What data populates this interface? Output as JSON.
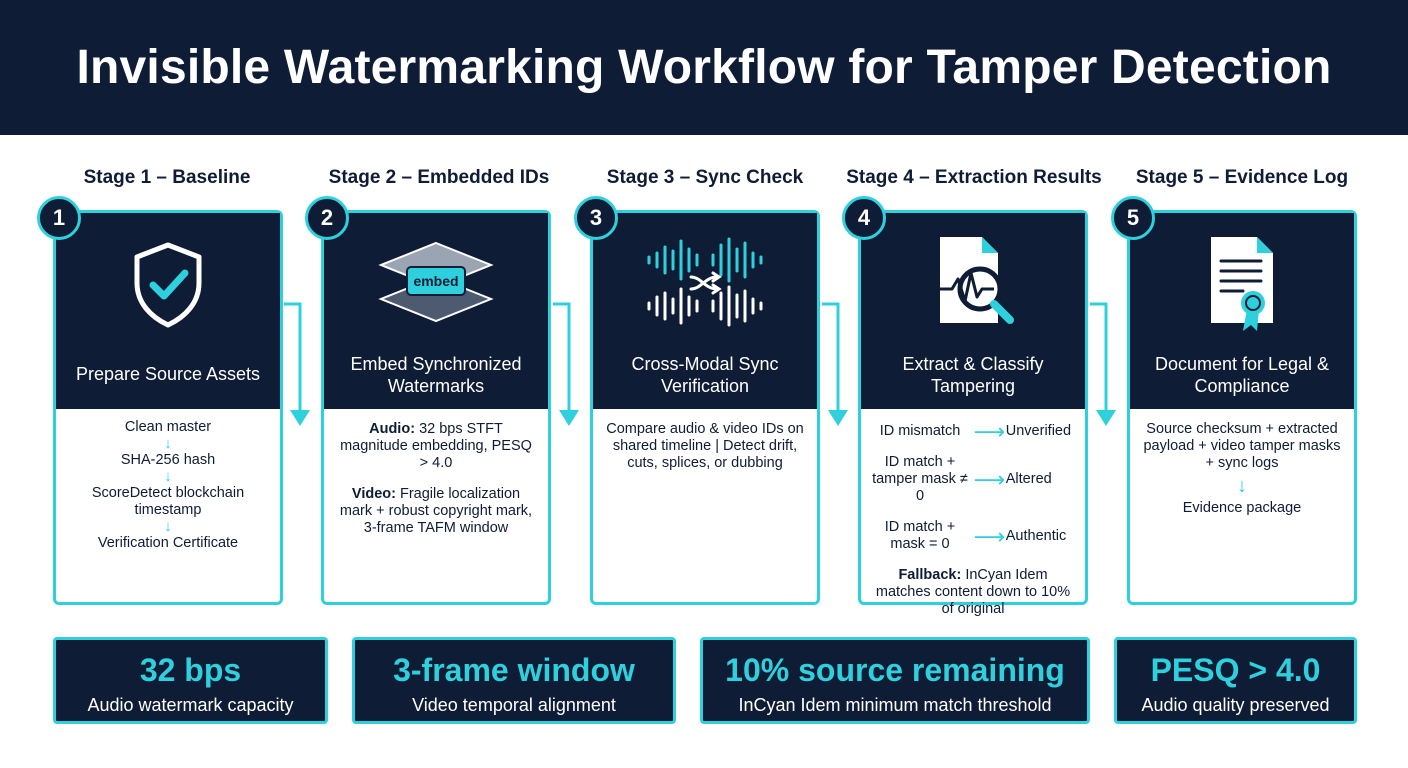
{
  "title": "Invisible Watermarking Workflow for Tamper Detection",
  "colors": {
    "navy": "#0f1c35",
    "cyan": "#2ed0dd",
    "white": "#ffffff"
  },
  "stages": [
    {
      "number": "1",
      "title": "Stage 1 – Baseline",
      "heading": "Prepare Source Assets",
      "icon": "shield-check-icon",
      "flow": [
        "Clean master",
        "SHA-256 hash",
        "ScoreDetect blockchain timestamp",
        "Verification Certificate"
      ]
    },
    {
      "number": "2",
      "title": "Stage 2 – Embedded IDs",
      "heading": "Embed Synchronized Watermarks",
      "icon": "embed-layers-icon",
      "icon_label": "embed",
      "audio_label": "Audio:",
      "audio_text": "32 bps STFT magnitude embedding, PESQ > 4.0",
      "video_label": "Video:",
      "video_text": "Fragile localization mark + robust copyright mark, 3-frame TAFM window"
    },
    {
      "number": "3",
      "title": "Stage 3 – Sync Check",
      "heading": "Cross-Modal Sync Verification",
      "icon": "waveform-sync-icon",
      "body": "Compare audio & video IDs on shared timeline | Detect drift, cuts, splices, or dubbing"
    },
    {
      "number": "4",
      "title": "Stage 4 – Extraction Results",
      "heading": "Extract & Classify Tampering",
      "icon": "document-magnifier-icon",
      "rules": [
        {
          "condition": "ID mismatch",
          "result": "Unverified"
        },
        {
          "condition": "ID match + tamper mask ≠ 0",
          "result": "Altered"
        },
        {
          "condition": "ID match + mask = 0",
          "result": "Authentic"
        }
      ],
      "fallback_label": "Fallback:",
      "fallback_text": "InCyan Idem matches content down to 10% of original"
    },
    {
      "number": "5",
      "title": "Stage 5 – Evidence Log",
      "heading": "Document for Legal & Compliance",
      "icon": "certificate-document-icon",
      "body": "Source checksum + extracted payload + video tamper masks + sync logs",
      "result": "Evidence package"
    }
  ],
  "metrics": [
    {
      "value": "32 bps",
      "label": "Audio watermark capacity"
    },
    {
      "value": "3-frame window",
      "label": "Video temporal alignment"
    },
    {
      "value": "10% source remaining",
      "label": "InCyan Idem minimum match threshold"
    },
    {
      "value": "PESQ > 4.0",
      "label": "Audio quality preserved"
    }
  ]
}
